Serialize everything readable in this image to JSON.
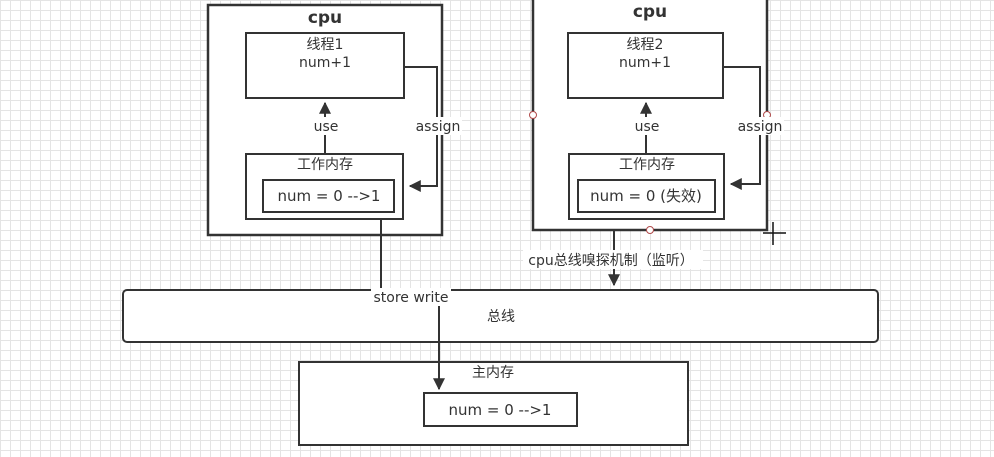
{
  "cpu1": {
    "title": "cpu",
    "thread": {
      "name": "线程1",
      "op": "num+1"
    },
    "work_memory": {
      "label": "工作内存",
      "value": "num = 0 -->1"
    },
    "use_label": "use",
    "assign_label": "assign"
  },
  "cpu2": {
    "title": "cpu",
    "thread": {
      "name": "线程2",
      "op": "num+1"
    },
    "work_memory": {
      "label": "工作内存",
      "value": "num = 0 (失效)"
    },
    "use_label": "use",
    "assign_label": "assign"
  },
  "bus": {
    "label": "总线"
  },
  "main_memory": {
    "label": "主内存",
    "value": "num = 0 -->1"
  },
  "edges": {
    "store_write": "store write",
    "snoop": "cpu总线嗅探机制（监听）"
  }
}
